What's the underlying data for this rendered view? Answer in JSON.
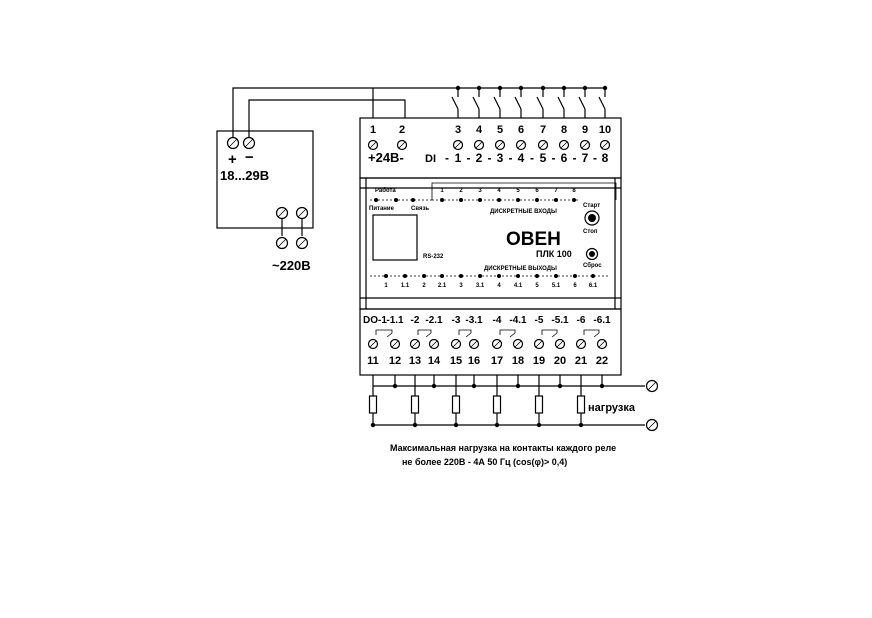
{
  "power_supply": {
    "plus": "+",
    "minus": "−",
    "voltage": "18...29В",
    "mains": "~220В"
  },
  "plc": {
    "top_numbers": [
      "1",
      "2",
      "3",
      "4",
      "5",
      "6",
      "7",
      "8",
      "9",
      "10"
    ],
    "top_labels": [
      "+24В-",
      "DI",
      "1",
      "2",
      "3",
      "4",
      "5",
      "6",
      "7",
      "8"
    ],
    "top_dashes": [
      "-",
      "-",
      "-",
      "-",
      "-",
      "-",
      "-"
    ],
    "panel": {
      "work_label": "Работа",
      "power_label": "Питание",
      "link_label": "Связь",
      "rs": "RS-232",
      "di_numbers": [
        "1",
        "2",
        "3",
        "4",
        "5",
        "6",
        "7",
        "8"
      ],
      "di_title": "ДИСКРЕТНЫЕ ВХОДЫ",
      "brand": "ОВЕН",
      "model": "ПЛК 100",
      "start": "Старт",
      "stop": "Стоп",
      "reset": "Сброс",
      "do_title": "ДИСКРЕТНЫЕ ВЫХОДЫ",
      "do_numbers": [
        "1",
        "1.1",
        "2",
        "2.1",
        "3",
        "3.1",
        "4",
        "4.1",
        "5",
        "5.1",
        "6",
        "6.1"
      ]
    },
    "bottom_labels": [
      "DO-1",
      "-1.1",
      "-2",
      "-2.1",
      "-3",
      "-3.1",
      "-4",
      "-4.1",
      "-5",
      "-5.1",
      "-6",
      "-6.1"
    ],
    "bottom_numbers": [
      "11",
      "12",
      "13",
      "14",
      "15",
      "16",
      "17",
      "18",
      "19",
      "20",
      "21",
      "22"
    ]
  },
  "load_label": "нагрузка",
  "note": {
    "line1": "Максимальная нагрузка на контакты каждого реле",
    "line2": "не более 220В - 4А 50 Гц (cos(φ)> 0,4)"
  }
}
